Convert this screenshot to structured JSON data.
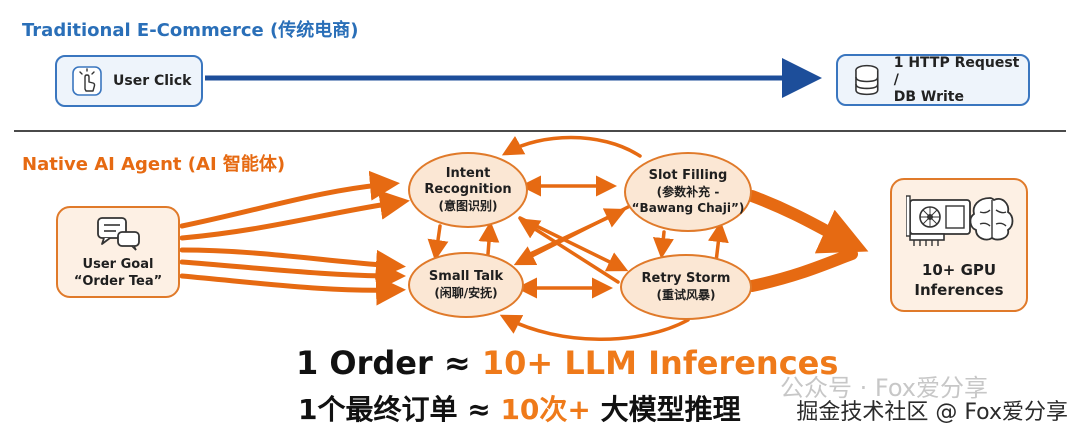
{
  "traditional": {
    "title": "Traditional E-Commerce (传统电商)",
    "start_label": "User Click",
    "end_label_line1": "1 HTTP Request /",
    "end_label_line2": "DB Write"
  },
  "agent": {
    "title": "Native AI Agent (AI 智能体)",
    "goal_line1": "User Goal",
    "goal_line2": "“Order Tea”",
    "gpu_line1": "10+ GPU",
    "gpu_line2": "Inferences",
    "nodes": {
      "intent_en1": "Intent",
      "intent_en2": "Recognition",
      "intent_zh": "(意图识别)",
      "slot_en": "Slot Filling",
      "slot_zh": "(参数补充 -",
      "slot_en2": "“Bawang Chaji”)",
      "small_en": "Small Talk",
      "small_zh": "(闲聊/安抚)",
      "retry_en": "Retry Storm",
      "retry_zh": "(重试风暴)"
    }
  },
  "headline": {
    "line1_prefix": "1 Order ≈ ",
    "line1_highlight": "10+ LLM Inferences",
    "line2_prefix": "1个最终订单 ≈ ",
    "line2_highlight": "10次+",
    "line2_suffix": " 大模型推理"
  },
  "watermark": {
    "faint": "公众号 · Fox爱分享",
    "main": "掘金技术社区 @ Fox爱分享"
  },
  "colors": {
    "blue": "#2a6fb8",
    "orange": "#e66a12",
    "highlight": "#ef7a1a"
  }
}
